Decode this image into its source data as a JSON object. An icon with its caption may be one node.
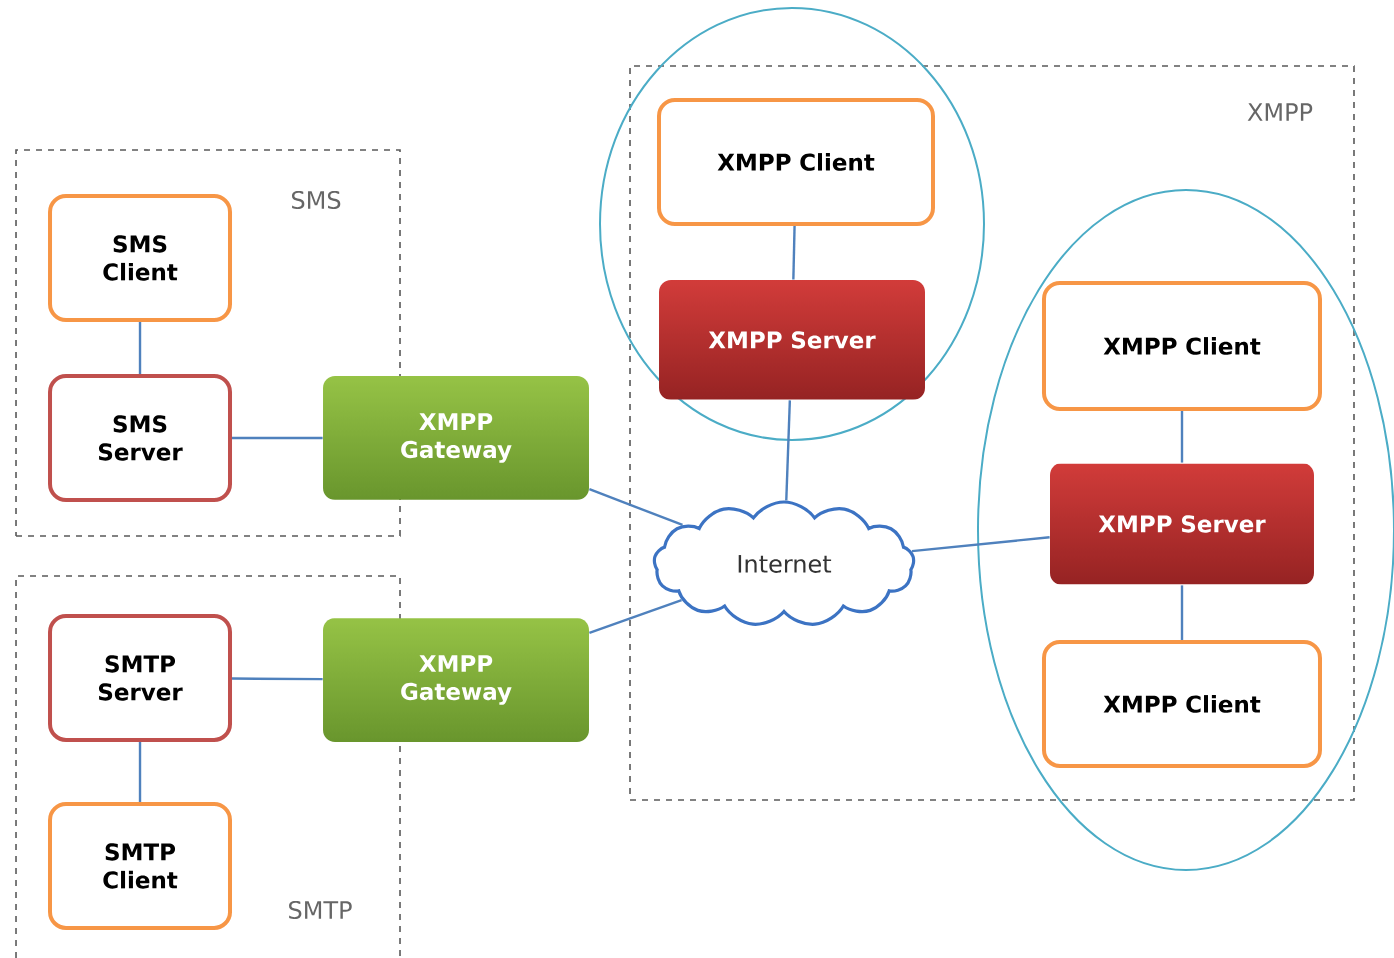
{
  "diagram": {
    "nodes": [
      {
        "text": [
          "SMS"
        ]
      },
      {
        "text": [
          "SMS Client"
        ],
        "in": 0
      },
      {
        "text": [
          "SMS Server"
        ],
        "in": 0
      },
      {
        "text": [
          "XMPP Gateway"
        ]
      },
      {
        "text": [
          "SMTP"
        ]
      },
      {
        "text": [
          "SMTP Server"
        ],
        "in": 4
      },
      {
        "text": [
          "SMTP Client"
        ],
        "in": 4
      },
      {
        "text": [
          "XMPP Gateway"
        ]
      },
      {
        "text": [
          "XMPP"
        ]
      },
      {
        "text": [
          "XMPP Client"
        ],
        "in": 8
      },
      {
        "text": [
          "XMPP Server"
        ],
        "in": 8
      },
      {
        "text": [
          "Internet"
        ],
        "in": 8
      },
      {
        "text": [
          "XMPP Client"
        ],
        "in": 8
      },
      {
        "text": [
          "XMPP Server"
        ],
        "in": 8
      },
      {
        "text": [
          "XMPP Client"
        ],
        "in": 8
      }
    ],
    "edges": [
      {
        "from": 1,
        "to": 2,
        "arrow": "none"
      },
      {
        "from": 2,
        "to": 3,
        "arrow": "none"
      },
      {
        "from": 3,
        "to": 11,
        "arrow": "none"
      },
      {
        "from": 5,
        "to": 7,
        "arrow": "none"
      },
      {
        "from": 5,
        "to": 6,
        "arrow": "none"
      },
      {
        "from": 7,
        "to": 11,
        "arrow": "none"
      },
      {
        "from": 9,
        "to": 10,
        "arrow": "none"
      },
      {
        "from": 10,
        "to": 11,
        "arrow": "none"
      },
      {
        "from": 11,
        "to": 13,
        "arrow": "none"
      },
      {
        "from": 12,
        "to": 13,
        "arrow": "none"
      },
      {
        "from": 13,
        "to": 14,
        "arrow": "none"
      }
    ]
  }
}
